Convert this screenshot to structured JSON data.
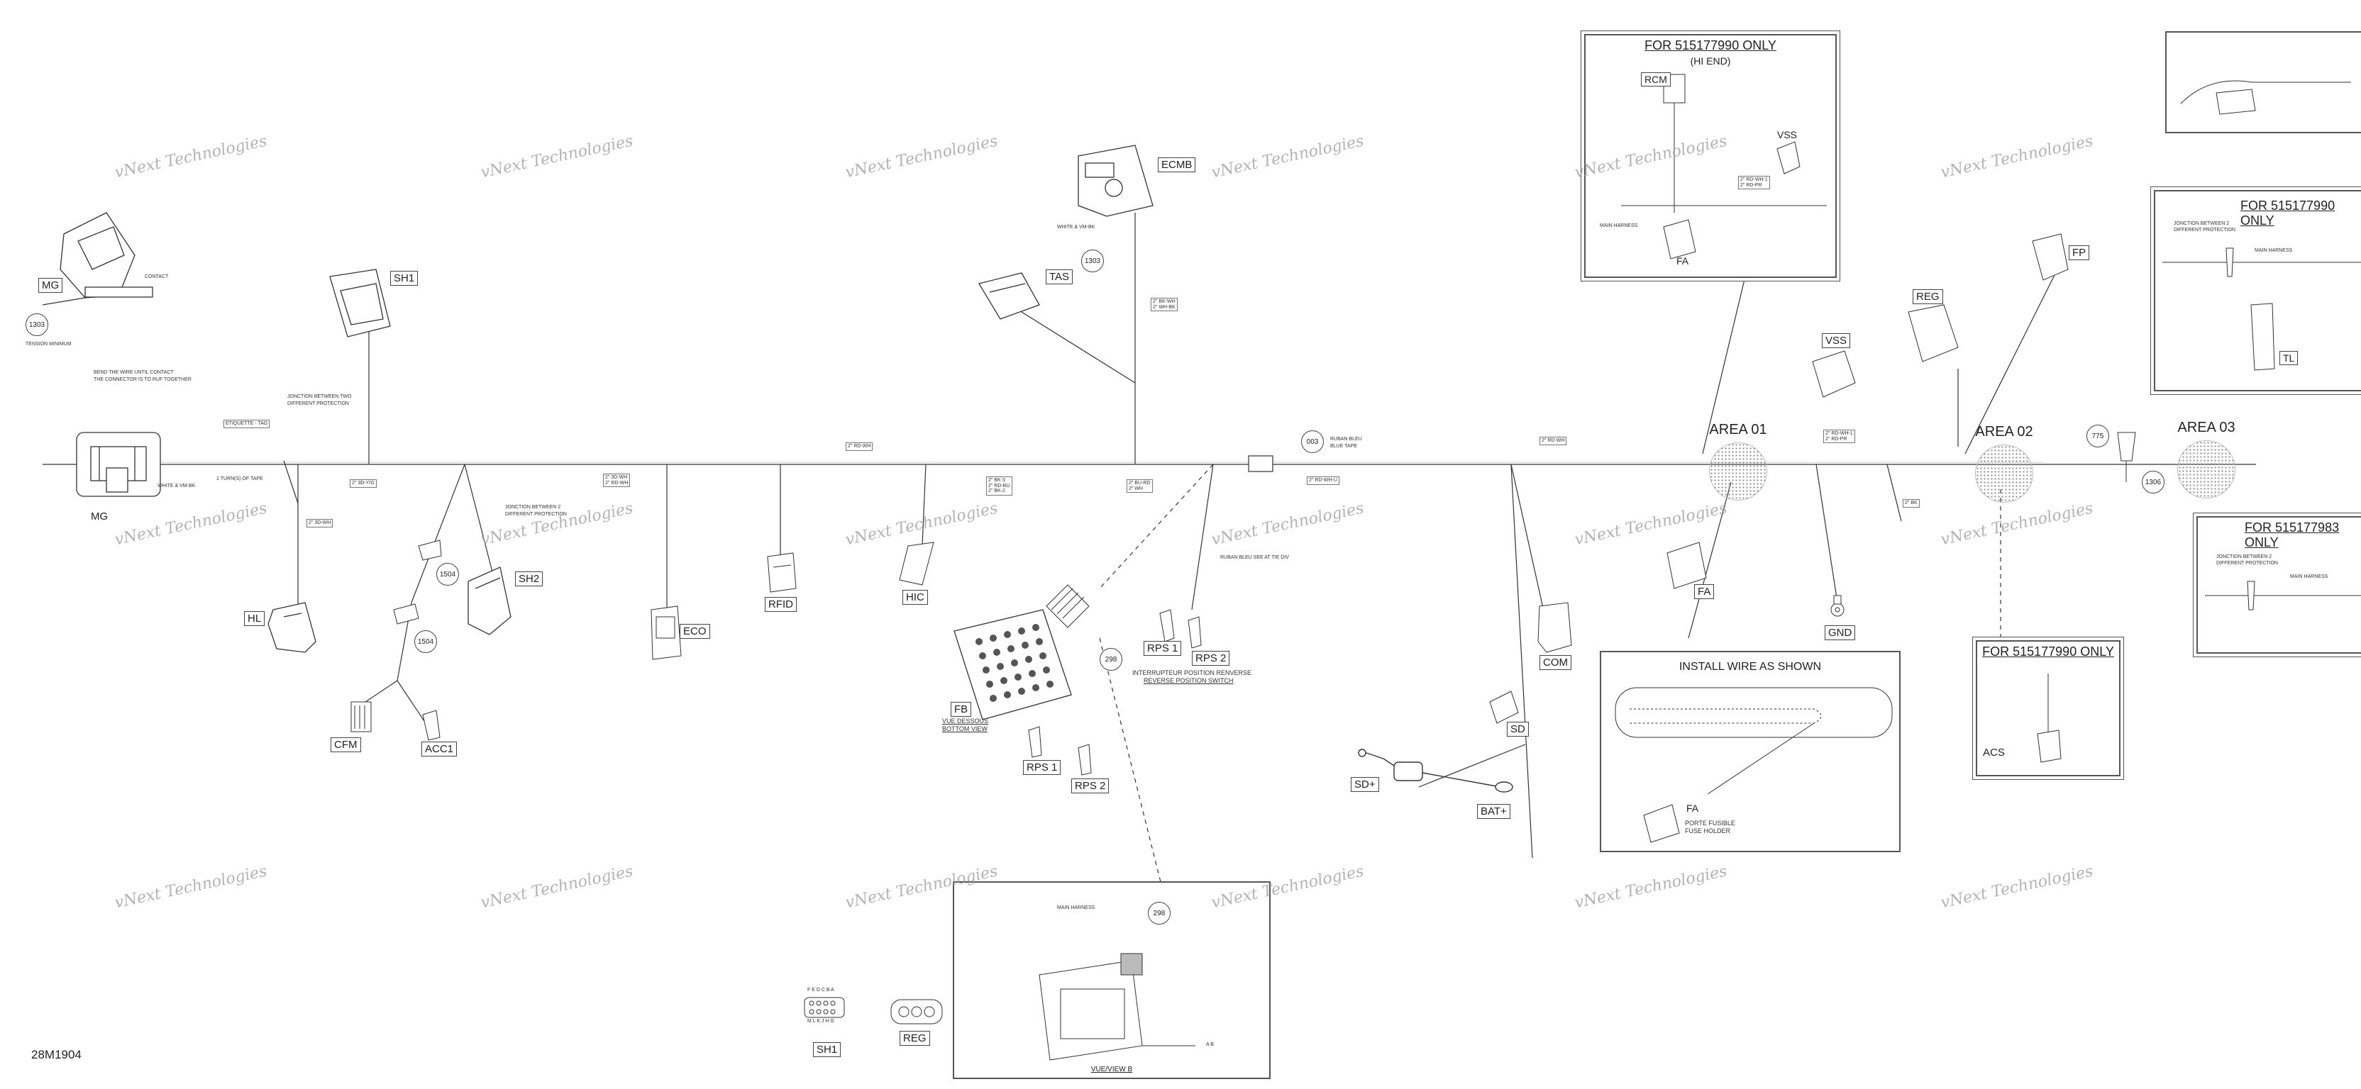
{
  "watermark": "vNext Technologies",
  "doc_code": "28M1904",
  "connectors": {
    "mg_top": "MG",
    "mg_main": "MG",
    "sh1": "SH1",
    "hl": "HL",
    "cfm": "CFM",
    "acc1": "ACC1",
    "sh2": "SH2",
    "eco": "ECO",
    "rfid": "RFID",
    "hic": "HIC",
    "ecmb": "ECMB",
    "tas": "TAS",
    "fb": "FB",
    "rps1_a": "RPS 1",
    "rps2_a": "RPS 2",
    "rps1_b": "RPS 1",
    "rps2_b": "RPS 2",
    "com": "COM",
    "sd": "SD",
    "sd_plus": "SD+",
    "bat_plus": "BAT+",
    "fa_1": "FA",
    "fa_2": "FA",
    "gnd": "GND",
    "vss": "VSS",
    "reg": "REG",
    "fp": "FP",
    "rcm": "RCM",
    "vss_2": "VSS",
    "fa_3": "FA",
    "acs": "ACS",
    "tl": "TL",
    "sh1_bottom": "SH1",
    "reg_bottom": "REG"
  },
  "circles": {
    "c1303a": "1303",
    "c1303b": "1303",
    "c1504a": "1504",
    "c1504b": "1504",
    "c298a": "298",
    "c298b": "298",
    "c003": "003",
    "c775": "775",
    "c1306": "1306"
  },
  "areas": {
    "a1": "AREA 01",
    "a2": "AREA 02",
    "a3": "AREA 03"
  },
  "panels": {
    "p1_title": "FOR 515177990 ONLY",
    "p1_sub": "(HI END)",
    "p2_title": "INSTALL WIRE AS SHOWN",
    "p2_note1": "PORTE FUSIBLE",
    "p2_note2": "FUSE HOLDER",
    "p3_title": "FOR 515177990 ONLY",
    "p4_title": "FOR 515177990 ONLY",
    "p5_title": "FOR 515177983 ONLY",
    "p6_caption": "VUE/VIEW B"
  },
  "notes": {
    "contact": "CONTACT",
    "tension": "TENSION MINIMUM",
    "bend1": "BEND THE WIRE UNTIL CONTACT",
    "bend2": "THE CONNECTOR IS TO RUF TOGETHER",
    "etiquette": "ETIQUETTE - TAG",
    "turn": "1 TURN(S) OF TAPE",
    "white_vm": "WHITE & VM-BK",
    "junction1a": "JONCTION BETWEEN TWO",
    "junction1b": "DIFFERENT PROTECTION",
    "junction2a": "JONCTION BETWEEN 2",
    "junction2b": "DIFFERENT PROTECTION",
    "white_ecmb": "WHITE & VM-BK",
    "ruban1": "RUBAN BLEU",
    "ruban2": "BLUE TAPE",
    "ruban_note": "RUBAN BLEU SEE AT TIE DIV",
    "interrupteur1": "INTERRUPTEUR POSITION RENVERSE",
    "interrupteur2": "REVERSE POSITION SWITCH",
    "vue_dessous1": "VUE DESSOUS",
    "vue_dessous2": "BOTTOM VIEW",
    "main_harness": "MAIN HARNESS",
    "main_harness2": "MAIN HARNESS",
    "main_harness3": "MAIN HARNESS",
    "main_harness4": "MAIN HARNESS",
    "jct3a": "JONCTION BETWEEN 2",
    "jct3b": "DIFFERENT PROTECTION",
    "jct4a": "JONCTION BETWEEN 2",
    "jct4b": "DIFFERENT PROTECTION",
    "sh1_pins_top": "F E D C B A",
    "sh1_pins_bot": "M L K J H G",
    "view_a": "A B"
  },
  "wire_tags": {
    "t1": "2\" 3D-Y/G",
    "t2": "2\" 3D-WH",
    "t3": "2\" 3D-WH\n2\" RD-WH",
    "t4": "2\" RD-WH",
    "t5": "2\" BK-3\n2\" RD-BU\n2\" BK-2",
    "t6": "2\" BU-RD\n2\" WH",
    "t7": "2\" BK-WH\n2\" WH-BK",
    "t8": "2\" RD-WH-U",
    "t9": "2\" RD-WH",
    "t10": "2\" RD-WH-1\n2\" RD-PR",
    "t11": "2\" BK",
    "t12": "2\" RD-WH-1\n2\" RD-PR"
  }
}
